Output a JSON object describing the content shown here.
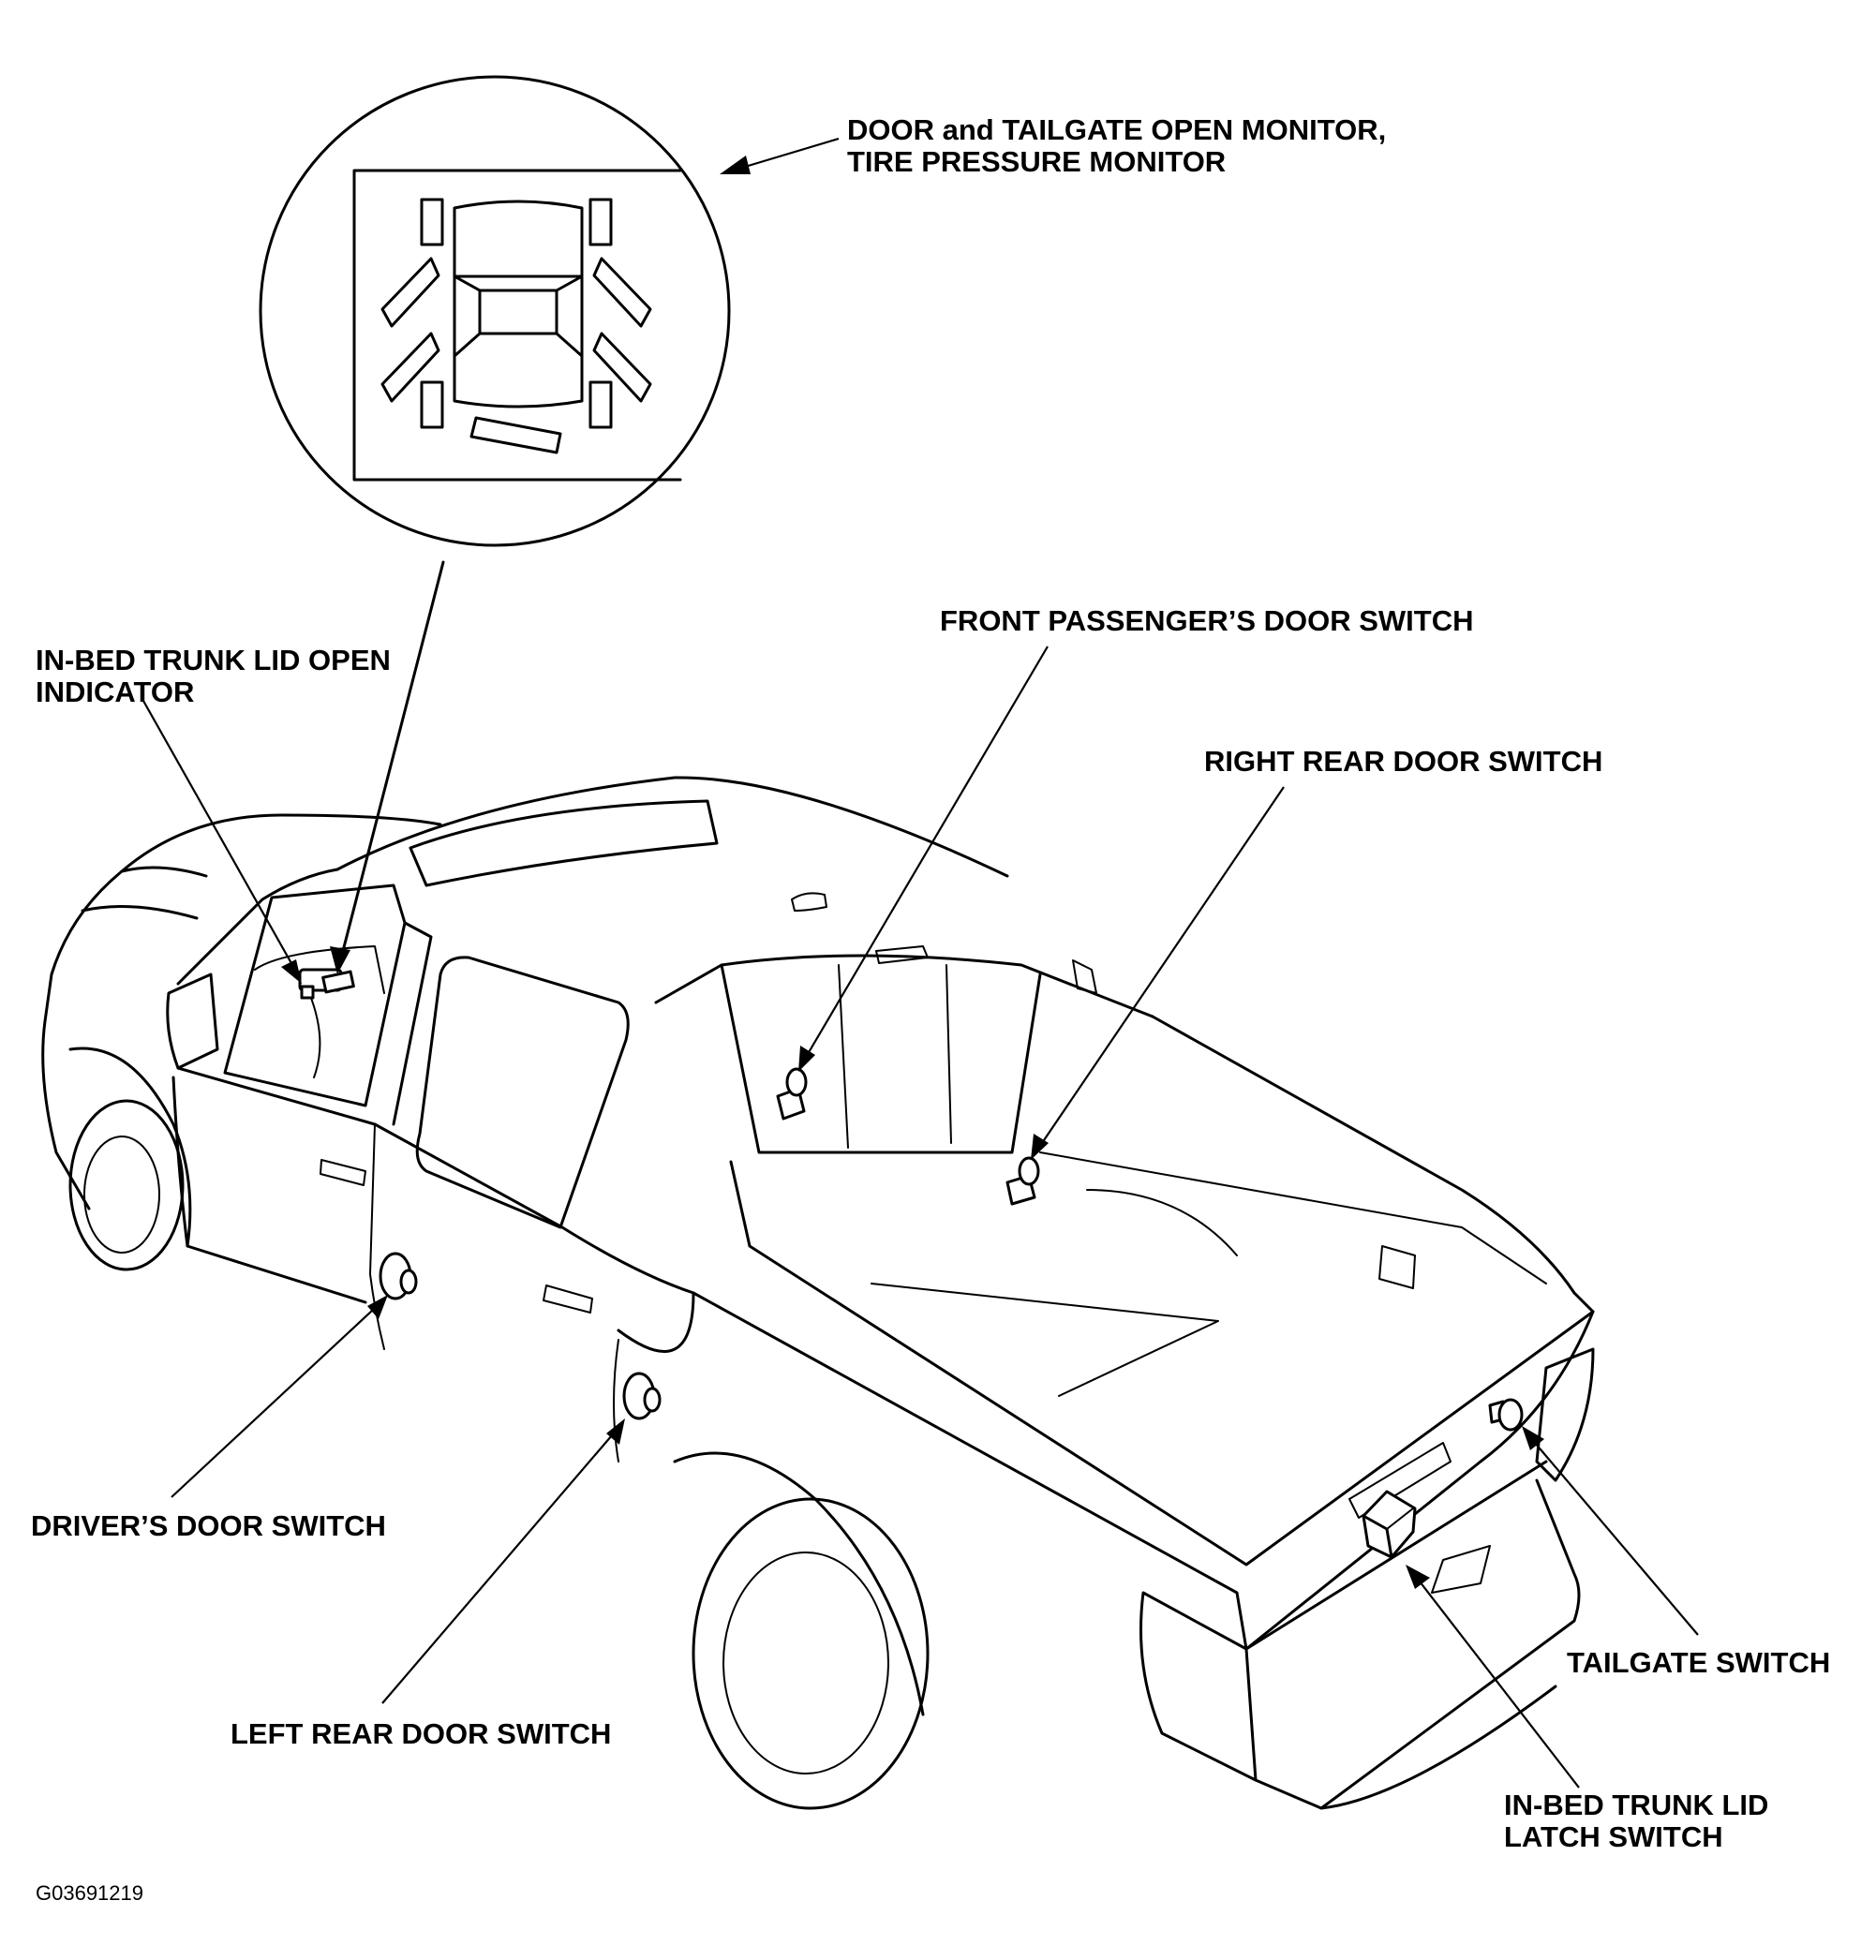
{
  "callouts": {
    "monitor": {
      "line1": "DOOR and TAILGATE OPEN MONITOR,",
      "line2": "TIRE PRESSURE MONITOR"
    },
    "trunk_indicator": {
      "line1": "IN-BED TRUNK LID OPEN",
      "line2": "INDICATOR"
    },
    "front_passenger": {
      "line1": "FRONT PASSENGER’S DOOR SWITCH"
    },
    "right_rear": {
      "line1": "RIGHT REAR DOOR SWITCH"
    },
    "driver": {
      "line1": "DRIVER’S DOOR SWITCH"
    },
    "left_rear": {
      "line1": "LEFT REAR DOOR SWITCH"
    },
    "tailgate": {
      "line1": "TAILGATE SWITCH"
    },
    "trunk_latch": {
      "line1": "IN-BED TRUNK LID",
      "line2": "LATCH SWITCH"
    }
  },
  "figure_id": "G03691219"
}
